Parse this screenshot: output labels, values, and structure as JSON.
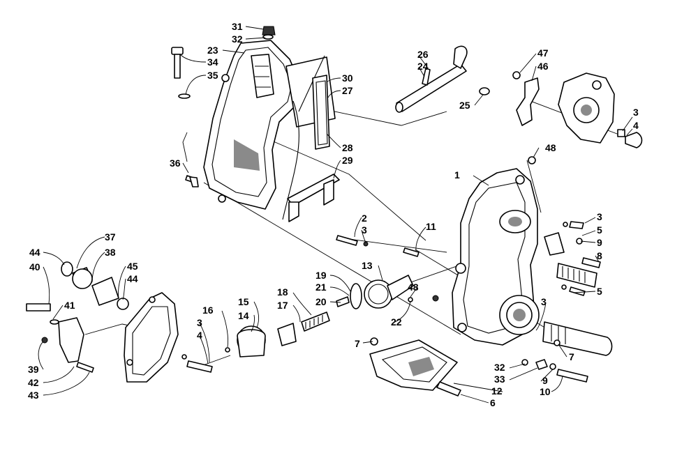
{
  "callouts": [
    {
      "id": "c1",
      "text": "1"
    },
    {
      "id": "c2",
      "text": "2"
    },
    {
      "id": "c3a",
      "text": "3"
    },
    {
      "id": "c3b",
      "text": "3"
    },
    {
      "id": "c3c",
      "text": "3"
    },
    {
      "id": "c3d",
      "text": "3"
    },
    {
      "id": "c3e",
      "text": "3"
    },
    {
      "id": "c4a",
      "text": "4"
    },
    {
      "id": "c4b",
      "text": "4"
    },
    {
      "id": "c5a",
      "text": "5"
    },
    {
      "id": "c5b",
      "text": "5"
    },
    {
      "id": "c6",
      "text": "6"
    },
    {
      "id": "c7a",
      "text": "7"
    },
    {
      "id": "c7b",
      "text": "7"
    },
    {
      "id": "c8",
      "text": "8"
    },
    {
      "id": "c9a",
      "text": "9"
    },
    {
      "id": "c9b",
      "text": "9"
    },
    {
      "id": "c10",
      "text": "10"
    },
    {
      "id": "c11",
      "text": "11"
    },
    {
      "id": "c12",
      "text": "12"
    },
    {
      "id": "c13",
      "text": "13"
    },
    {
      "id": "c14",
      "text": "14"
    },
    {
      "id": "c15",
      "text": "15"
    },
    {
      "id": "c16",
      "text": "16"
    },
    {
      "id": "c17",
      "text": "17"
    },
    {
      "id": "c18",
      "text": "18"
    },
    {
      "id": "c19",
      "text": "19"
    },
    {
      "id": "c20",
      "text": "20"
    },
    {
      "id": "c21",
      "text": "21"
    },
    {
      "id": "c22",
      "text": "22"
    },
    {
      "id": "c23",
      "text": "23"
    },
    {
      "id": "c24",
      "text": "24"
    },
    {
      "id": "c25",
      "text": "25"
    },
    {
      "id": "c26",
      "text": "26"
    },
    {
      "id": "c27",
      "text": "27"
    },
    {
      "id": "c28",
      "text": "28"
    },
    {
      "id": "c29",
      "text": "29"
    },
    {
      "id": "c30",
      "text": "30"
    },
    {
      "id": "c31",
      "text": "31"
    },
    {
      "id": "c32a",
      "text": "32"
    },
    {
      "id": "c32b",
      "text": "32"
    },
    {
      "id": "c33",
      "text": "33"
    },
    {
      "id": "c34",
      "text": "34"
    },
    {
      "id": "c35",
      "text": "35"
    },
    {
      "id": "c36",
      "text": "36"
    },
    {
      "id": "c37",
      "text": "37"
    },
    {
      "id": "c38",
      "text": "38"
    },
    {
      "id": "c39",
      "text": "39"
    },
    {
      "id": "c40",
      "text": "40"
    },
    {
      "id": "c41",
      "text": "41"
    },
    {
      "id": "c42",
      "text": "42"
    },
    {
      "id": "c43",
      "text": "43"
    },
    {
      "id": "c44a",
      "text": "44"
    },
    {
      "id": "c44b",
      "text": "44"
    },
    {
      "id": "c45",
      "text": "45"
    },
    {
      "id": "c46",
      "text": "46"
    },
    {
      "id": "c47",
      "text": "47"
    },
    {
      "id": "c48a",
      "text": "48"
    },
    {
      "id": "c48b",
      "text": "48"
    }
  ]
}
